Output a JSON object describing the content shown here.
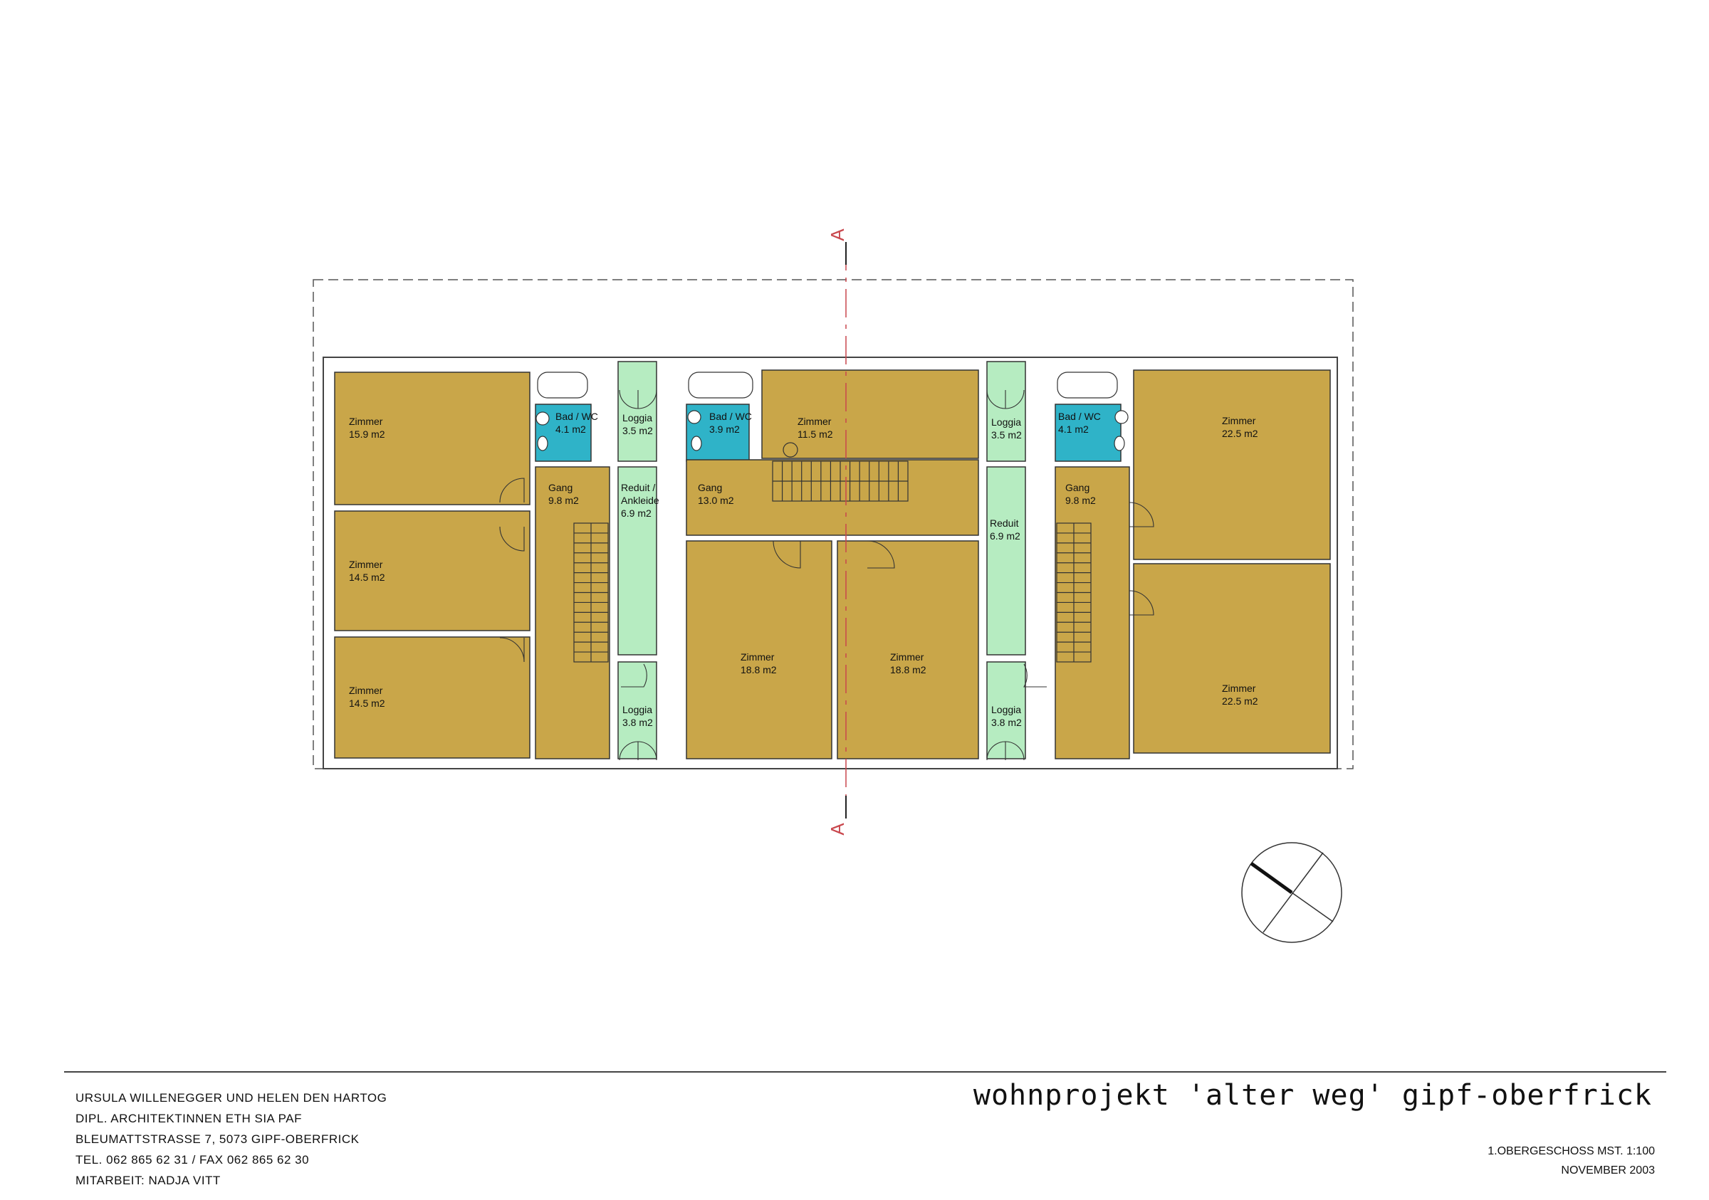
{
  "plan": {
    "section_marker": "A",
    "rooms": [
      {
        "id": "z1",
        "name": "Zimmer",
        "area": "15.9 m2",
        "kind": "room"
      },
      {
        "id": "z2",
        "name": "Zimmer",
        "area": "14.5 m2",
        "kind": "room"
      },
      {
        "id": "z3",
        "name": "Zimmer",
        "area": "14.5 m2",
        "kind": "room"
      },
      {
        "id": "bad1",
        "name": "Bad / WC",
        "area": "4.1 m2",
        "kind": "wet"
      },
      {
        "id": "loggia1",
        "name": "Loggia",
        "area": "3.5 m2",
        "kind": "outdoor"
      },
      {
        "id": "gang1",
        "name": "Gang",
        "area": "9.8 m2",
        "kind": "room"
      },
      {
        "id": "reduit1",
        "name": "Reduit /",
        "name2": "Ankleide",
        "area": "6.9 m2",
        "kind": "outdoor"
      },
      {
        "id": "loggia2",
        "name": "Loggia",
        "area": "3.8 m2",
        "kind": "outdoor"
      },
      {
        "id": "bad2",
        "name": "Bad / WC",
        "area": "3.9 m2",
        "kind": "wet"
      },
      {
        "id": "z4",
        "name": "Zimmer",
        "area": "11.5 m2",
        "kind": "room"
      },
      {
        "id": "gang2",
        "name": "Gang",
        "area": "13.0 m2",
        "kind": "room"
      },
      {
        "id": "z5",
        "name": "Zimmer",
        "area": "18.8 m2",
        "kind": "room"
      },
      {
        "id": "z6",
        "name": "Zimmer",
        "area": "18.8 m2",
        "kind": "room"
      },
      {
        "id": "loggia3",
        "name": "Loggia",
        "area": "3.5 m2",
        "kind": "outdoor"
      },
      {
        "id": "reduit2",
        "name": "Reduit",
        "area": "6.9 m2",
        "kind": "outdoor"
      },
      {
        "id": "loggia4",
        "name": "Loggia",
        "area": "3.8 m2",
        "kind": "outdoor"
      },
      {
        "id": "bad3",
        "name": "Bad / WC",
        "area": "4.1 m2",
        "kind": "wet"
      },
      {
        "id": "gang3",
        "name": "Gang",
        "area": "9.8 m2",
        "kind": "room"
      },
      {
        "id": "z7",
        "name": "Zimmer",
        "area": "22.5 m2",
        "kind": "room"
      },
      {
        "id": "z8",
        "name": "Zimmer",
        "area": "22.5 m2",
        "kind": "room"
      }
    ],
    "colors": {
      "room": "#c9a649",
      "wet": "#2fb3c8",
      "outdoor": "#b6ecc1",
      "section": "#c9474d",
      "line": "#333333"
    },
    "compass_icon": "north-arrow-icon"
  },
  "footer": {
    "firm_lines": [
      "URSULA WILLENEGGER UND HELEN DEN HARTOG",
      "DIPL. ARCHITEKTINNEN ETH SIA PAF",
      "BLEUMATTSTRASSE 7, 5073 GIPF-OBERFRICK",
      "TEL. 062 865 62 31 / FAX 062 865 62 30",
      "MITARBEIT: NADJA VITT"
    ],
    "project_title": "wohnprojekt 'alter weg' gipf-oberfrick",
    "drawing_label": "1.OBERGESCHOSS MST. 1:100",
    "date": "NOVEMBER 2003"
  }
}
